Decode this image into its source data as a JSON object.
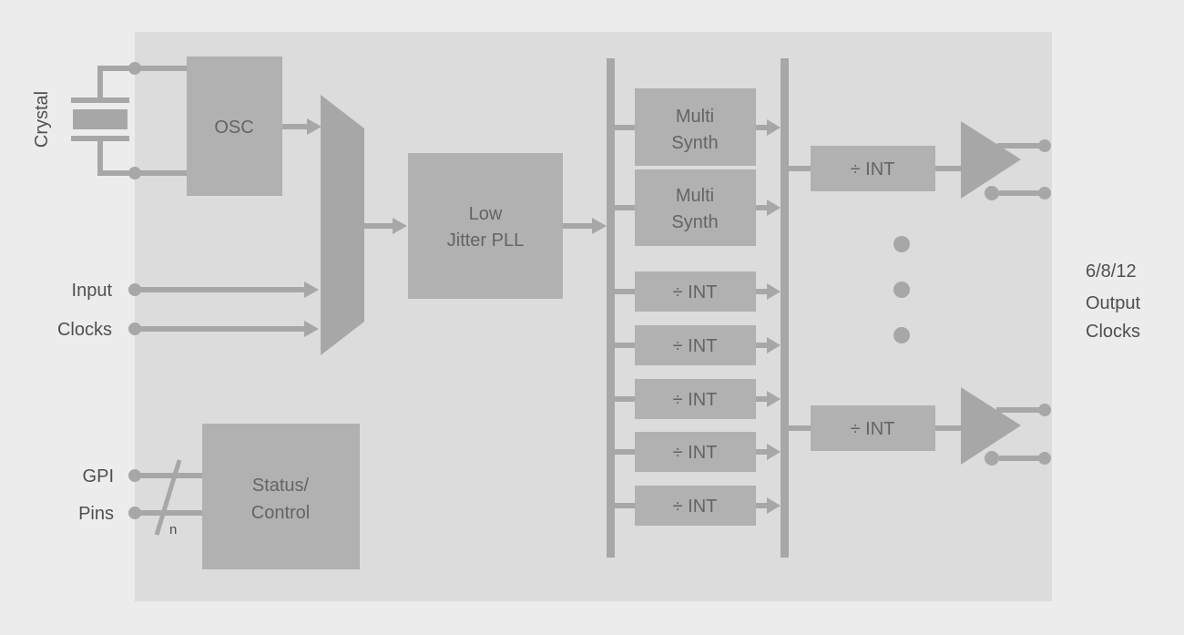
{
  "diagram": {
    "external_labels": {
      "crystal": "Crystal",
      "input": "Input",
      "clocks": "Clocks",
      "gpi": "GPI",
      "pins": "Pins",
      "bus_width": "n",
      "output_clocks": [
        "6/8/12",
        "Output",
        "Clocks"
      ]
    },
    "blocks": {
      "osc": {
        "label": "OSC"
      },
      "pll": {
        "lines": [
          "Low",
          "Jitter PLL"
        ]
      },
      "multisynth": [
        {
          "lines": [
            "Multi",
            "Synth"
          ]
        },
        {
          "lines": [
            "Multi",
            "Synth"
          ]
        }
      ],
      "int_dividers": [
        "÷ INT",
        "÷ INT",
        "÷ INT",
        "÷ INT",
        "÷ INT"
      ],
      "output_dividers": [
        "÷ INT",
        "÷ INT"
      ],
      "status_control": {
        "lines": [
          "Status/",
          "Control"
        ]
      }
    },
    "colors": {
      "canvas": "#ececec",
      "chip": "#dcdcdc",
      "block": "#b1b1b1",
      "shape": "#a7a7a7",
      "label_text": "#4f4f4f",
      "block_text": "#646464"
    }
  }
}
